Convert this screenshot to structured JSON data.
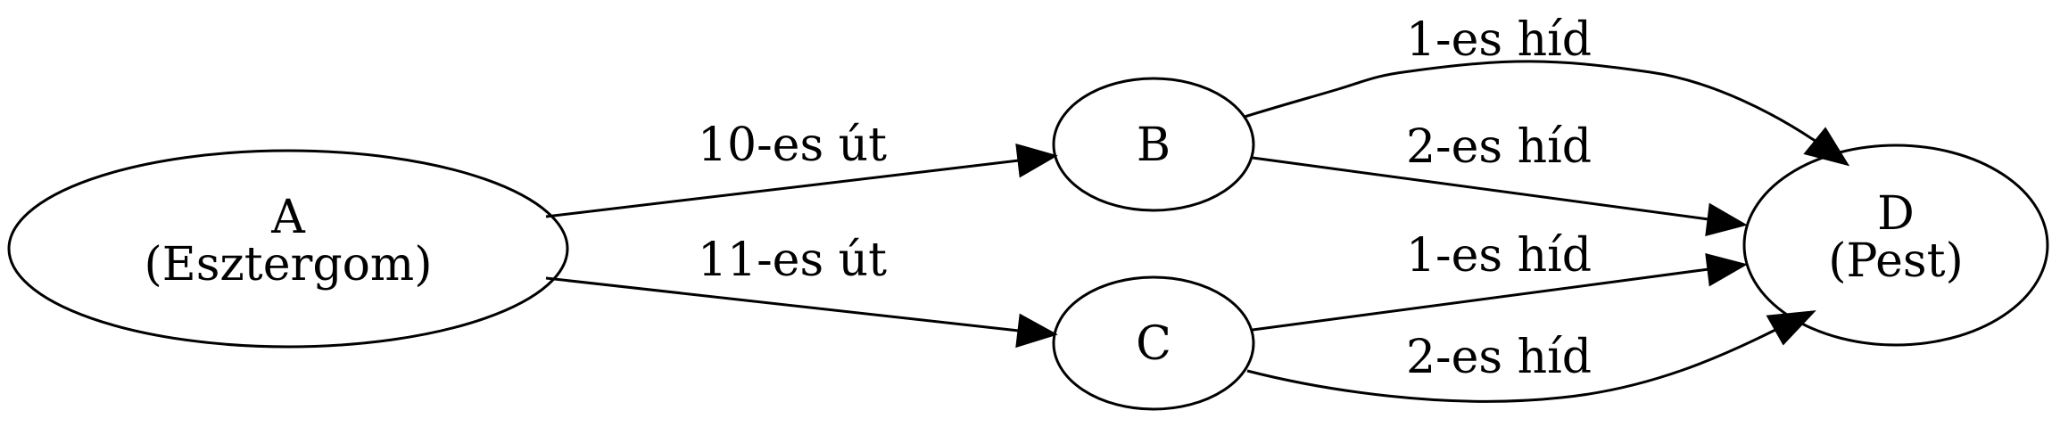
{
  "nodes": {
    "a": {
      "line1": "A",
      "line2": "(Esztergom)"
    },
    "b": {
      "line1": "B"
    },
    "c": {
      "line1": "C"
    },
    "d": {
      "line1": "D",
      "line2": "(Pest)"
    }
  },
  "edges": {
    "a_b": {
      "label": "10-es út"
    },
    "a_c": {
      "label": "11-es út"
    },
    "b_d_1": {
      "label": "1-es híd"
    },
    "b_d_2": {
      "label": "2-es híd"
    },
    "c_d_1": {
      "label": "1-es híd"
    },
    "c_d_2": {
      "label": "2-es híd"
    }
  }
}
